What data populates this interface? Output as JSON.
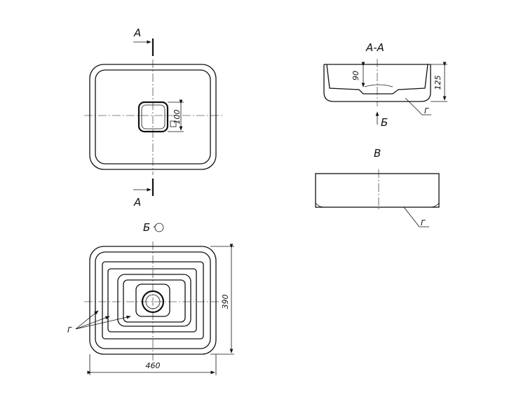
{
  "labels": {
    "section_mark": "А",
    "section_title": "А-А",
    "view_arrow": "Б",
    "view_b_title": "Б",
    "view_v_title": "В",
    "callout_g": "Г"
  },
  "dimensions": {
    "drain_size": "100",
    "depth": "90",
    "height": "125",
    "width": "460",
    "length": "390"
  },
  "symbols": {
    "square_mark": "square-icon",
    "rotation_mark": "rotation-icon"
  }
}
